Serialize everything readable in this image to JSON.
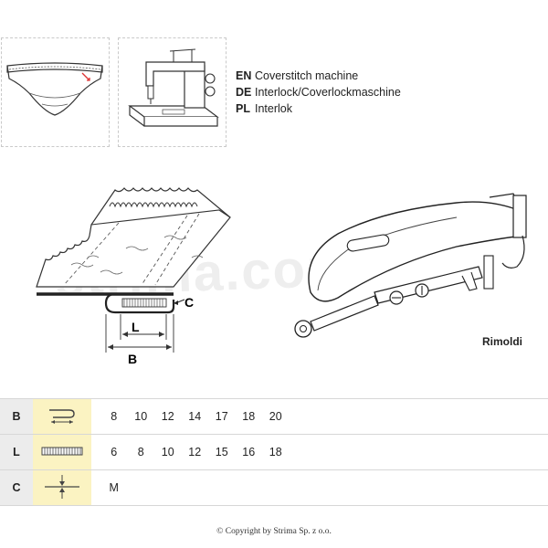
{
  "languages": [
    {
      "code": "EN",
      "text": "Coverstitch machine"
    },
    {
      "code": "DE",
      "text": "Interlock/Coverlockmaschine"
    },
    {
      "code": "PL",
      "text": "Interlok"
    }
  ],
  "diagram": {
    "label_c": "C",
    "label_l": "L",
    "label_b": "B"
  },
  "watermark": "strima.com",
  "brand": "Rimoldi",
  "spec_rows": [
    {
      "label": "B",
      "icon": "fold-width-icon",
      "values": [
        "8",
        "10",
        "12",
        "14",
        "17",
        "18",
        "20"
      ]
    },
    {
      "label": "L",
      "icon": "stitch-length-icon",
      "values": [
        "6",
        "8",
        "10",
        "12",
        "15",
        "16",
        "18"
      ]
    },
    {
      "label": "C",
      "icon": "thickness-icon",
      "values": [
        "M"
      ]
    }
  ],
  "copyright": "© Copyright by Strima Sp. z o.o."
}
